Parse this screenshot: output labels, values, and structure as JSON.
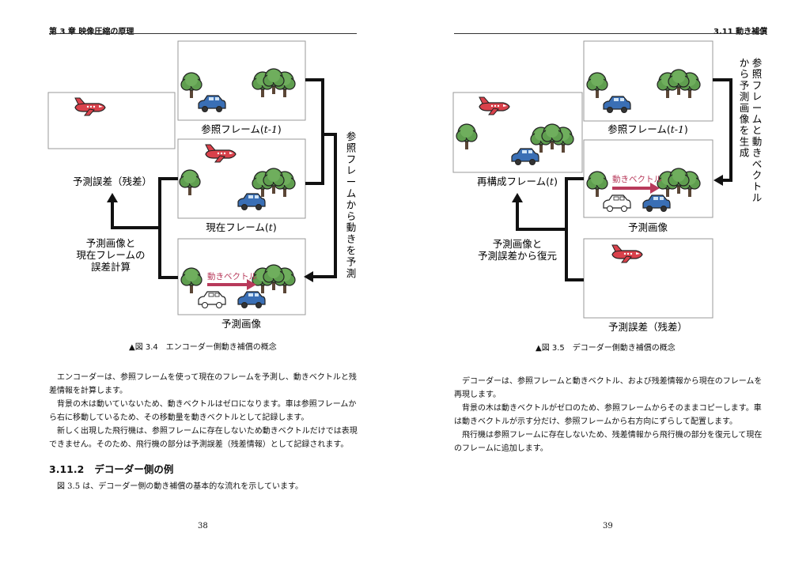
{
  "left": {
    "header": "第 3 章 映像圧縮の原理",
    "figure": {
      "label_reference": "参照フレーム(",
      "label_reference_t": "t-1",
      "label_reference_end": ")",
      "label_current": "現在フレーム(",
      "label_current_t": "t",
      "label_current_end": ")",
      "label_predicted": "予測画像",
      "label_error": "予測誤差（残差）",
      "label_calc_lines": [
        "予測画像と",
        "現在フレームの",
        "誤差計算"
      ],
      "label_vertical": [
        "参",
        "照",
        "フ",
        "レ",
        "ー",
        "ム",
        "か",
        "ら",
        "動",
        "き",
        "を",
        "予",
        "測"
      ],
      "label_vector": "動きベクトル"
    },
    "caption": "▲図 3.4　エンコーダー側動き補償の概念",
    "paragraphs": [
      "エンコーダーは、参照フレームを使って現在のフレームを予測し、動きベクトルと残差情報を計算します。",
      "背景の木は動いていないため、動きベクトルはゼロになります。車は参照フレームから右に移動しているため、その移動量を動きベクトルとして記録します。",
      "新しく出現した飛行機は、参照フレームに存在しないため動きベクトルだけでは表現できません。そのため、飛行機の部分は予測誤差（残差情報）として記録されます。"
    ],
    "section_number": "3.11.2",
    "section_title": "デコーダー側の例",
    "section_text": "図 3.5 は、デコーダー側の動き補償の基本的な流れを示しています。",
    "page_number": "38"
  },
  "right": {
    "header": "3.11 動き補償",
    "figure": {
      "label_reference": "参照フレーム(",
      "label_reference_t": "t-1",
      "label_reference_end": ")",
      "label_recon": "再構成フレーム(",
      "label_recon_t": "t",
      "label_recon_end": ")",
      "label_predicted": "予測画像",
      "label_error": "予測誤差（残差）",
      "label_restore_lines": [
        "予測画像と",
        "予測誤差から復元"
      ],
      "label_vertical_col1": [
        "参",
        "照",
        "フ",
        "レ",
        "ー",
        "ム",
        "と",
        "動",
        "き",
        "ベ",
        "ク",
        "ト",
        "ル"
      ],
      "label_vertical_col2": [
        "か",
        "ら",
        "予",
        "測",
        "画",
        "像",
        "を",
        "生",
        "成"
      ],
      "label_vector": "動きベクトル"
    },
    "caption": "▲図 3.5　デコーダー側動き補償の概念",
    "paragraphs": [
      "デコーダーは、参照フレームと動きベクトル、および残差情報から現在のフレームを再現します。",
      "背景の木は動きベクトルがゼロのため、参照フレームからそのままコピーします。車は動きベクトルが示す分だけ、参照フレームから右方向にずらして配置します。",
      "飛行機は参照フレームに存在しないため、残差情報から飛行機の部分を復元して現在のフレームに追加します。"
    ],
    "page_number": "39"
  },
  "colors": {
    "tree": "#5f9e4f",
    "tree_dark": "#3f7a37",
    "trunk": "#5b4636",
    "car_blue": "#3a6fb5",
    "car_white": "#ffffff",
    "plane": "#d9414b",
    "vector": "#b83a5b",
    "line": "#111111"
  }
}
